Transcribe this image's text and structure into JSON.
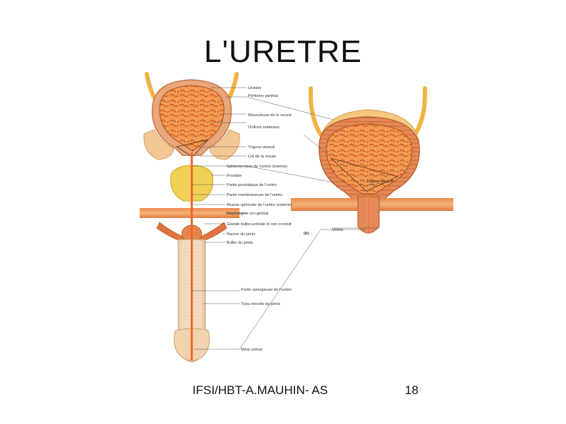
{
  "slide": {
    "title": "L'URETRE",
    "footer_left": "IFSI/HBT-A.MAUHIN- AS",
    "page_number": "18"
  },
  "figure": {
    "panel_label": "(b)",
    "labels_left": [
      "Uretère",
      "Péritoine pariétal",
      "Musculeuse de la vessie",
      "Orifices urétéraux",
      "Trigone vésical",
      "Col de la vessie",
      "Sphincter lisse de l'urètre (interne)",
      "Prostate",
      "Partie prostatique de l'urètre",
      "Partie membraneuse de l'urètre",
      "Muscle sphincter de l'urètre (externe)",
      "Diaphragme uro-génital",
      "Glande bulbo-urétrale et son conduit",
      "Racine du pénis",
      "Bulbe du pénis",
      "Partie spongieuse de l'urètre",
      "Tissu érectile du pénis",
      "Méat urétral"
    ],
    "labels_right": [
      "Trigone vésical",
      "Urètre"
    ]
  }
}
